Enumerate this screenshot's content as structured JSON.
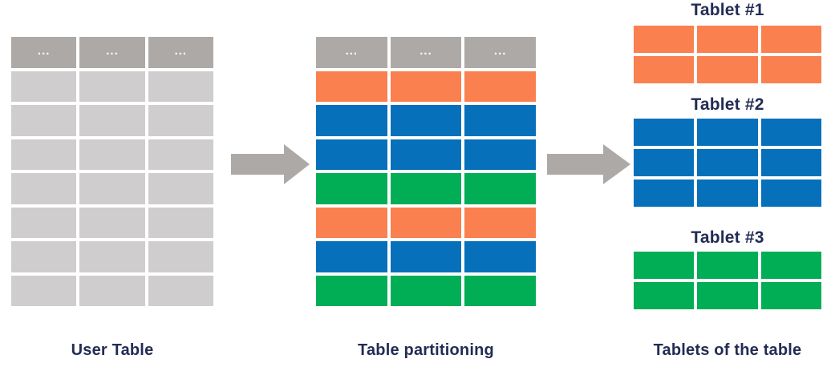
{
  "diagram": {
    "title_colors": {
      "caption": "#232C55",
      "tablet_title": "#232C55"
    },
    "palette": {
      "header_gray": "#ADA9A7",
      "cell_gray": "#CFCDCE",
      "orange": "#FA804F",
      "blue": "#0670BA",
      "green": "#01AD55",
      "arrow_gray": "#ADA9A7"
    }
  },
  "user_table": {
    "caption": "User Table",
    "header": {
      "label": "...",
      "cells": [
        "...",
        "...",
        "..."
      ]
    },
    "row_count": 7,
    "column_count": 3,
    "rows": [
      {
        "color": "plain",
        "cells": [
          "",
          "",
          ""
        ]
      },
      {
        "color": "plain",
        "cells": [
          "",
          "",
          ""
        ]
      },
      {
        "color": "plain",
        "cells": [
          "",
          "",
          ""
        ]
      },
      {
        "color": "plain",
        "cells": [
          "",
          "",
          ""
        ]
      },
      {
        "color": "plain",
        "cells": [
          "",
          "",
          ""
        ]
      },
      {
        "color": "plain",
        "cells": [
          "",
          "",
          ""
        ]
      },
      {
        "color": "plain",
        "cells": [
          "",
          "",
          ""
        ]
      }
    ]
  },
  "partition_table": {
    "caption": "Table partitioning",
    "header": {
      "label": "...",
      "cells": [
        "...",
        "...",
        "..."
      ]
    },
    "row_count": 7,
    "column_count": 3,
    "rows": [
      {
        "color": "orange",
        "partition": "Tablet #1",
        "cells": [
          "",
          "",
          ""
        ]
      },
      {
        "color": "blue",
        "partition": "Tablet #2",
        "cells": [
          "",
          "",
          ""
        ]
      },
      {
        "color": "blue",
        "partition": "Tablet #2",
        "cells": [
          "",
          "",
          ""
        ]
      },
      {
        "color": "green",
        "partition": "Tablet #3",
        "cells": [
          "",
          "",
          ""
        ]
      },
      {
        "color": "orange",
        "partition": "Tablet #1",
        "cells": [
          "",
          "",
          ""
        ]
      },
      {
        "color": "blue",
        "partition": "Tablet #2",
        "cells": [
          "",
          "",
          ""
        ]
      },
      {
        "color": "green",
        "partition": "Tablet #3",
        "cells": [
          "",
          "",
          ""
        ]
      }
    ]
  },
  "tablets": {
    "caption": "Tablets of the table",
    "items": [
      {
        "title": "Tablet #1",
        "color": "orange",
        "row_count": 2,
        "column_count": 3
      },
      {
        "title": "Tablet #2",
        "color": "blue",
        "row_count": 3,
        "column_count": 3
      },
      {
        "title": "Tablet #3",
        "color": "green",
        "row_count": 2,
        "column_count": 3
      }
    ]
  },
  "arrows": [
    {
      "name": "arrow-user-to-partition",
      "direction": "right"
    },
    {
      "name": "arrow-partition-to-tablets",
      "direction": "right"
    }
  ]
}
